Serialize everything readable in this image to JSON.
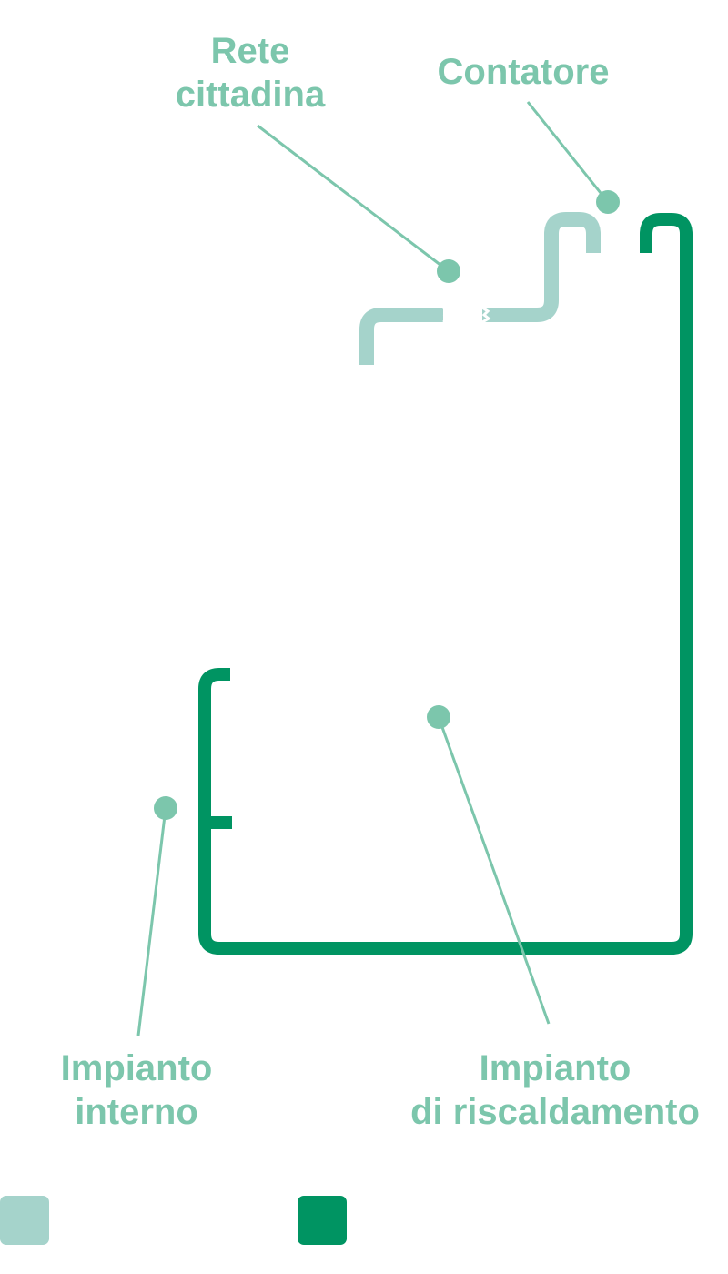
{
  "colors": {
    "light_pipe": "#a5d3cb",
    "dark_pipe": "#009462",
    "label": "#7cc6ac"
  },
  "labels": {
    "rete": {
      "line1": "Rete",
      "line2": "cittadina"
    },
    "contatore": {
      "line1": "Contatore"
    },
    "impianto_interno": {
      "line1": "Impianto",
      "line2": "interno"
    },
    "impianto_riscaldamento": {
      "line1": "Impianto",
      "line2": "di riscaldamento"
    }
  },
  "legend": [
    {
      "color": "#a5d3cb"
    },
    {
      "color": "#009462"
    }
  ]
}
